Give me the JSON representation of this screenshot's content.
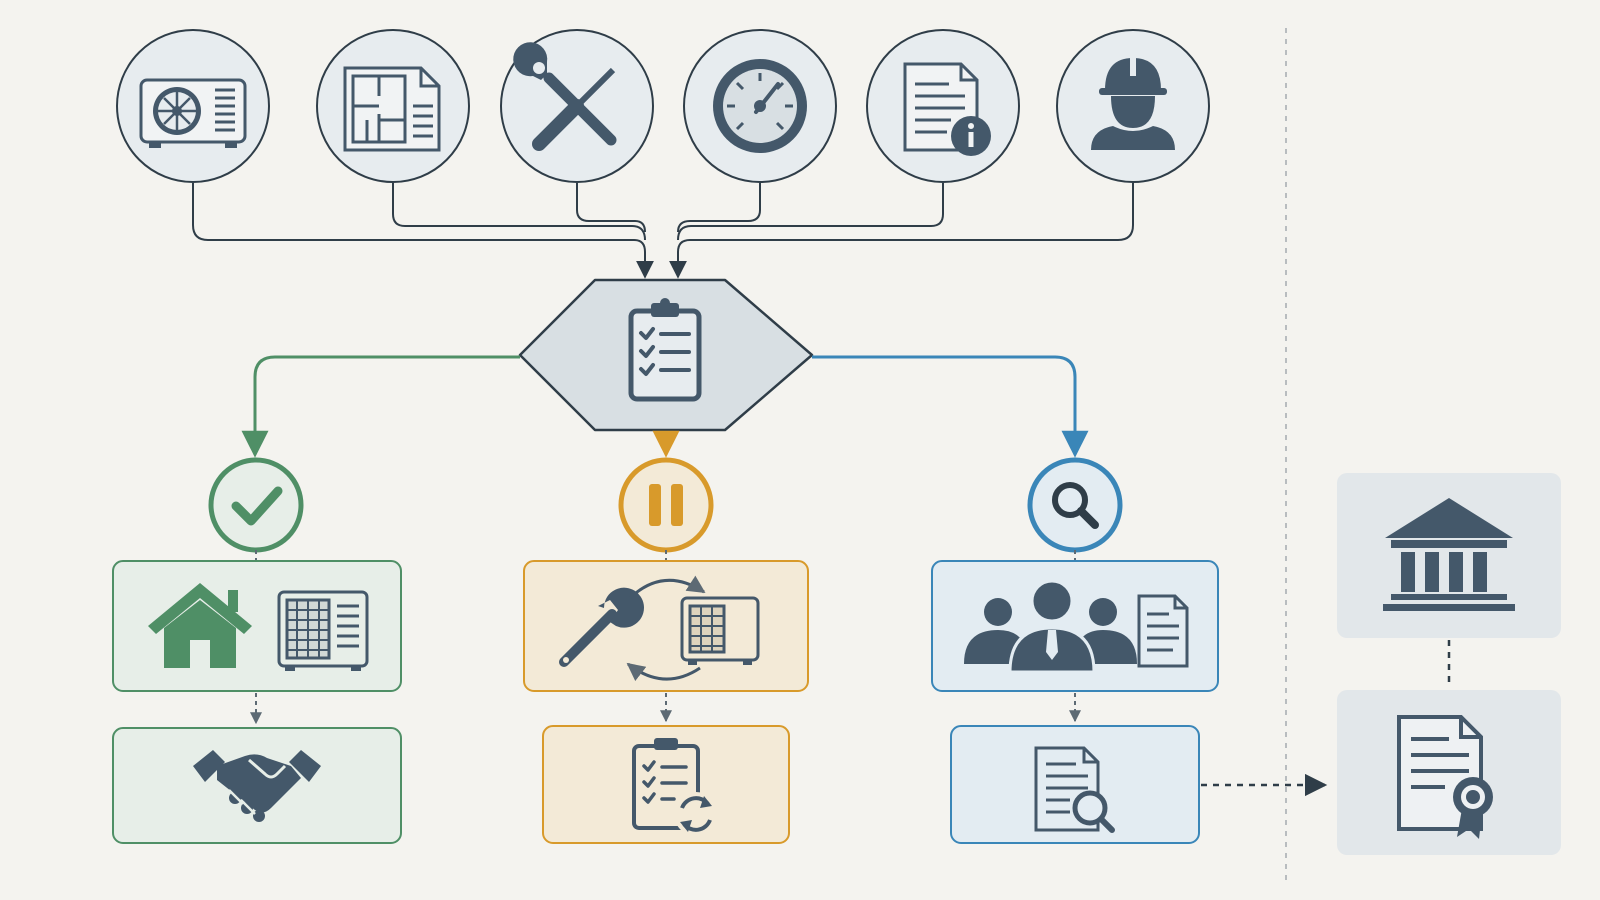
{
  "palette": {
    "background": "#f4f3ef",
    "ink": "#2f3d48",
    "icon": "#44586a",
    "circle_fill": "#e7ecef",
    "hub_fill": "#d8dfe3",
    "green": "#4f8f66",
    "green_fill": "#e7eee8",
    "amber": "#d89a2b",
    "amber_fill": "#f3ead7",
    "blue": "#3a86b8",
    "blue_fill": "#e3ecf2",
    "gray_panel": "#e2e7ea",
    "dashed_divider": "#b8bcbf"
  },
  "inputs": [
    {
      "icon": "heat-pump-unit-icon"
    },
    {
      "icon": "floor-plan-document-icon"
    },
    {
      "icon": "wrench-screwdriver-icon"
    },
    {
      "icon": "pressure-gauge-icon"
    },
    {
      "icon": "info-document-icon"
    },
    {
      "icon": "technician-hardhat-icon"
    }
  ],
  "hub": {
    "icon": "checklist-clipboard-icon"
  },
  "outcomes": [
    {
      "id": "approved",
      "color": "green",
      "status_icon": "check-icon",
      "step1_icons": [
        "house-icon",
        "heat-pump-unit-icon"
      ],
      "step2_icons": [
        "handshake-icon"
      ]
    },
    {
      "id": "paused",
      "color": "amber",
      "status_icon": "pause-icon",
      "step1_icons": [
        "wrench-icon",
        "cycle-arrows-icon",
        "heat-pump-unit-icon"
      ],
      "step2_icons": [
        "checklist-refresh-icon"
      ]
    },
    {
      "id": "review",
      "color": "blue",
      "status_icon": "magnifier-icon",
      "step1_icons": [
        "team-group-icon",
        "document-icon"
      ],
      "step2_icons": [
        "document-search-icon"
      ]
    }
  ],
  "authority": {
    "icons": [
      "government-building-icon",
      "certificate-document-icon"
    ]
  }
}
